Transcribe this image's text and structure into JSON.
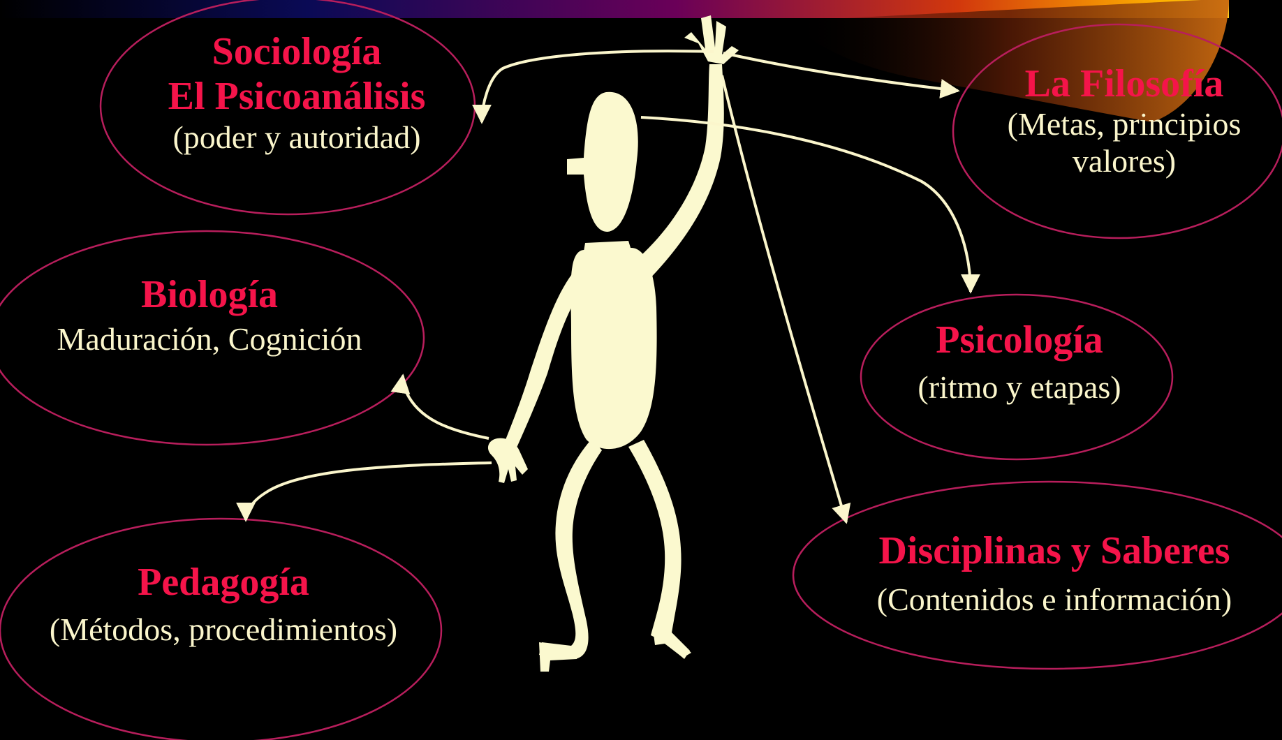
{
  "colors": {
    "background": "#000000",
    "ellipse_stroke": "#b81e5c",
    "title": "#f5144a",
    "subtitle": "#fbf6cc",
    "figure": "#fbf9cf",
    "arrows": "#fbf6cc"
  },
  "nodes": {
    "sociologia": {
      "title_1": "Sociología",
      "title_2": "El Psicoanálisis",
      "subtitle": "(poder y autoridad)"
    },
    "filosofia": {
      "title": "La Filosofía",
      "subtitle_1": "(Metas,  principios",
      "subtitle_2": "valores)"
    },
    "biologia": {
      "title": "Biología",
      "subtitle": "Maduración, Cognición"
    },
    "psicologia": {
      "title": "Psicología",
      "subtitle": "(ritmo y etapas)"
    },
    "pedagogia": {
      "title": "Pedagogía",
      "subtitle": "(Métodos, procedimientos)"
    },
    "disciplinas": {
      "title": "Disciplinas y Saberes",
      "subtitle": "(Contenidos e información)"
    }
  }
}
